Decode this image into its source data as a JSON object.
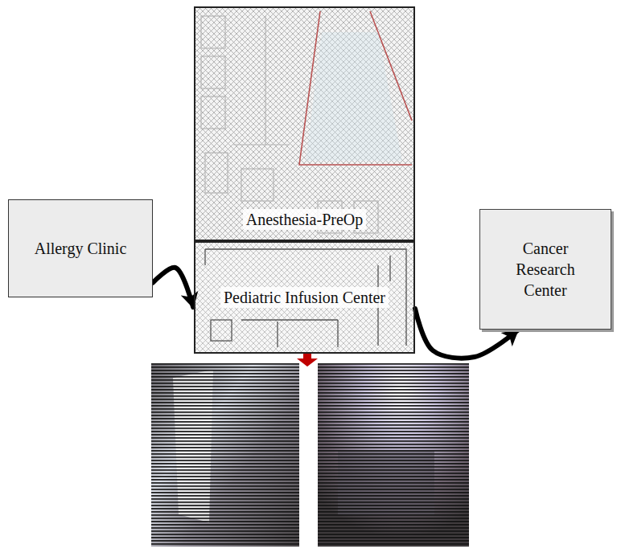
{
  "diagram": {
    "nodes": [
      {
        "text": [
          "Anesthesia-PreOp"
        ]
      },
      {
        "text": [
          "Allergy Clinic"
        ]
      },
      {
        "text": [
          "Pediatric Infusion Center"
        ]
      },
      {
        "text": [
          "Cancer Research Center"
        ]
      }
    ],
    "edges": [
      {
        "from": 1,
        "to": 2,
        "arrow": "to"
      },
      {
        "from": 2,
        "to": 3,
        "arrow": "to"
      }
    ]
  }
}
